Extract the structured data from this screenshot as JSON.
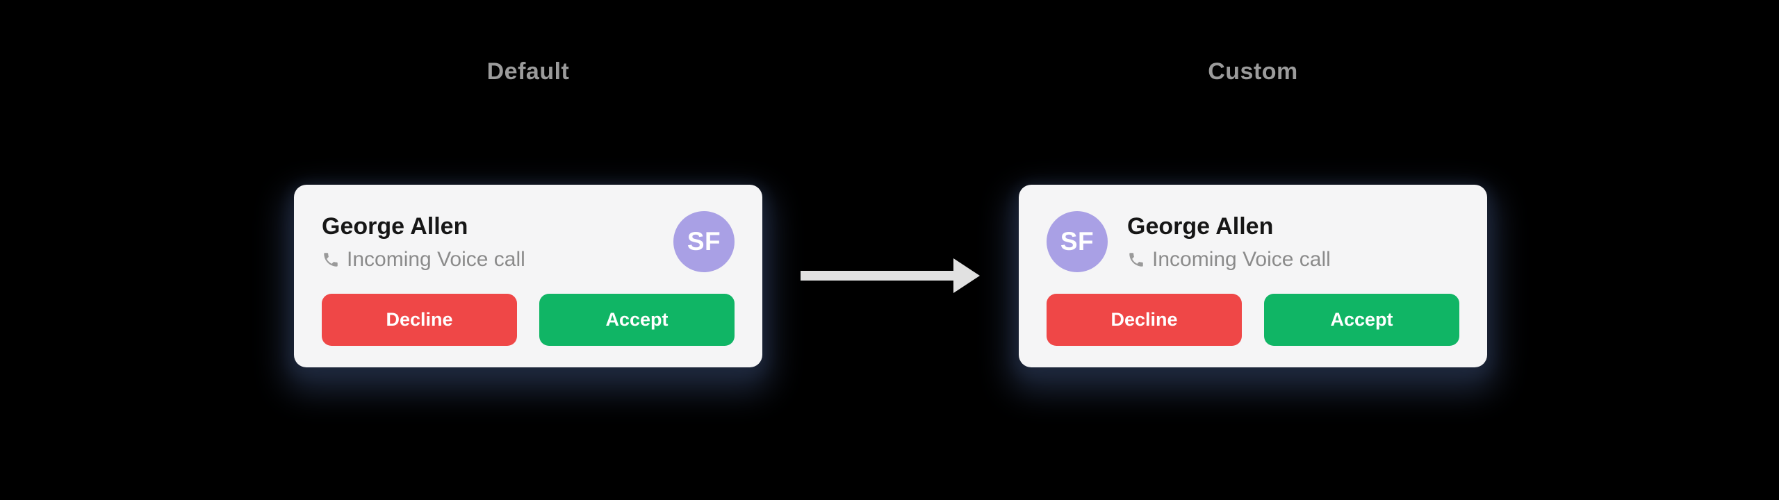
{
  "page": {
    "background_color": "#000000"
  },
  "panels": [
    {
      "label": "Default",
      "avatar_position": "right"
    },
    {
      "label": "Custom",
      "avatar_position": "left"
    }
  ],
  "card": {
    "title": "George Allen",
    "subtitle": "Incoming Voice call",
    "avatar_initials": "SF",
    "buttons": {
      "decline": "Decline",
      "accept": "Accept"
    }
  },
  "icons": {
    "subtitle_icon": "phone-icon",
    "between_cards": "arrow-right-icon"
  },
  "colors": {
    "card_background": "#f5f5f6",
    "title_text": "#161616",
    "subtitle_text": "#8b8b8b",
    "avatar_background": "#a9a0e5",
    "decline_red": "#ef4747",
    "accept_green": "#10b565",
    "label_gray": "#9b9b9b",
    "arrow_gray": "#e1e1e1"
  }
}
